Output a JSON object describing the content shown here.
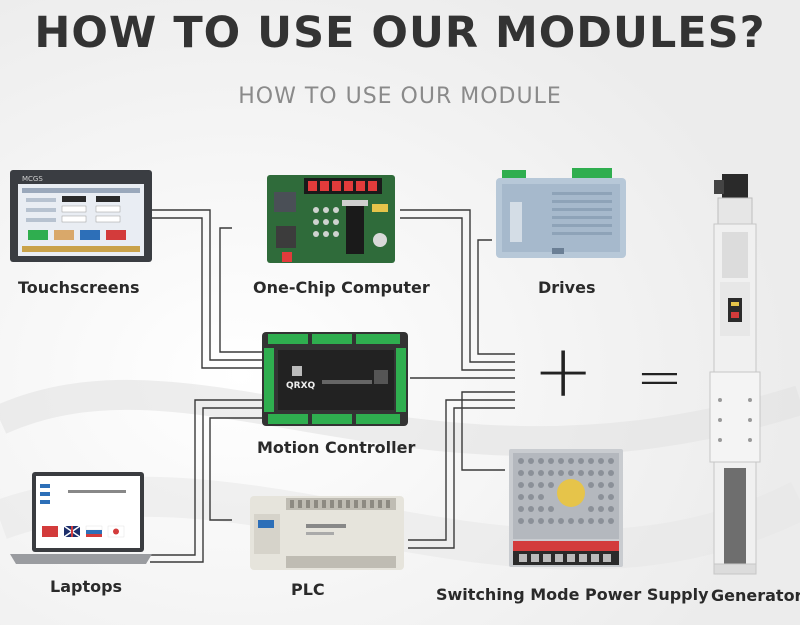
{
  "header": {
    "title": "HOW TO USE OUR MODULES?",
    "subtitle": "HOW TO USE OUR MODULE"
  },
  "devices": {
    "touchscreens": {
      "label": "Touchscreens",
      "brand": "MCGS"
    },
    "one_chip_computer": {
      "label": "One-Chip Computer"
    },
    "drives": {
      "label": "Drives"
    },
    "motion_controller": {
      "label": "Motion Controller",
      "brand": "QRXQ"
    },
    "laptops": {
      "label": "Laptops"
    },
    "plc": {
      "label": "PLC"
    },
    "power_supply": {
      "label": "Switching Mode Power Supply"
    },
    "generator": {
      "label": "Generator"
    }
  },
  "symbols": {
    "plus": "+",
    "equals": "="
  },
  "colors": {
    "title": "#333333",
    "subtitle": "#8a8a8a",
    "wire": "#3a3a3a",
    "terminal_green": "#2fae4f",
    "pcb_green": "#2f6b3a",
    "screen_blue": "#2d6fb8"
  }
}
